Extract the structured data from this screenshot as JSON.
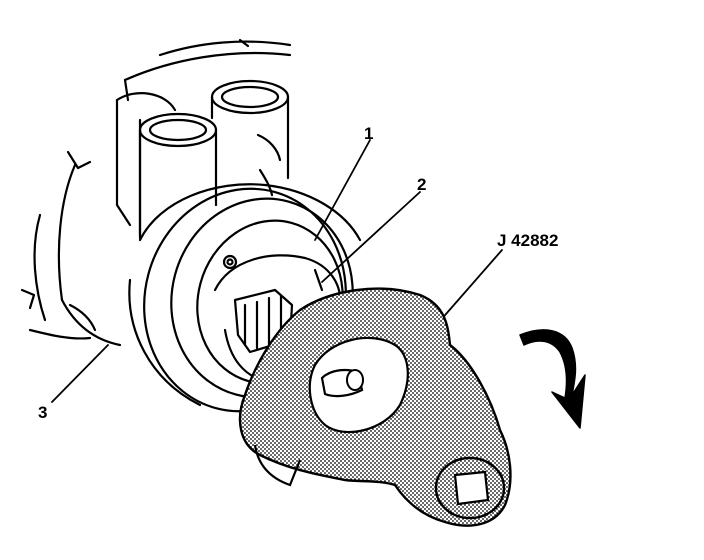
{
  "callouts": {
    "part_1": "1",
    "part_2": "2",
    "part_3": "3",
    "tool": "J 42882"
  },
  "colors": {
    "ink": "#000000",
    "paper": "#ffffff",
    "stipple": "#8a8a8a"
  },
  "icons": {
    "rotation_arrow": "clockwise-arrow-icon"
  }
}
